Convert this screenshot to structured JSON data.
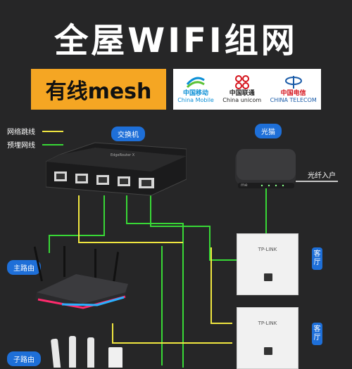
{
  "header": {
    "title": "全屋WIFI组网",
    "mesh_label": "有线mesh"
  },
  "isps": [
    {
      "cn": "中国移动",
      "en": "China Mobile",
      "color": "#0a8fd6"
    },
    {
      "cn": "中国联通",
      "en": "China unicom",
      "color": "#d5121b"
    },
    {
      "cn": "中国电信",
      "en": "CHINA TELECOM",
      "color": "#1a5ba8"
    }
  ],
  "legend": [
    {
      "label": "网络跳线",
      "color": "#f0e640"
    },
    {
      "label": "预埋网线",
      "color": "#38d836"
    }
  ],
  "labels": {
    "switch": "交换机",
    "modem": "光猫",
    "fiber_in": "光纤入户",
    "main_router": "主路由",
    "sub_router": "子路由",
    "living_room_1": "客厅",
    "living_room_2": "客厅"
  },
  "devices": {
    "switch_brand": "EdgeRouter X",
    "panel_brand": "TP-LINK"
  },
  "colors": {
    "background": "#262627",
    "accent": "#f5a623",
    "badge": "#1e6fd8",
    "patch_cable": "#f0e640",
    "embedded_cable": "#38d836"
  }
}
